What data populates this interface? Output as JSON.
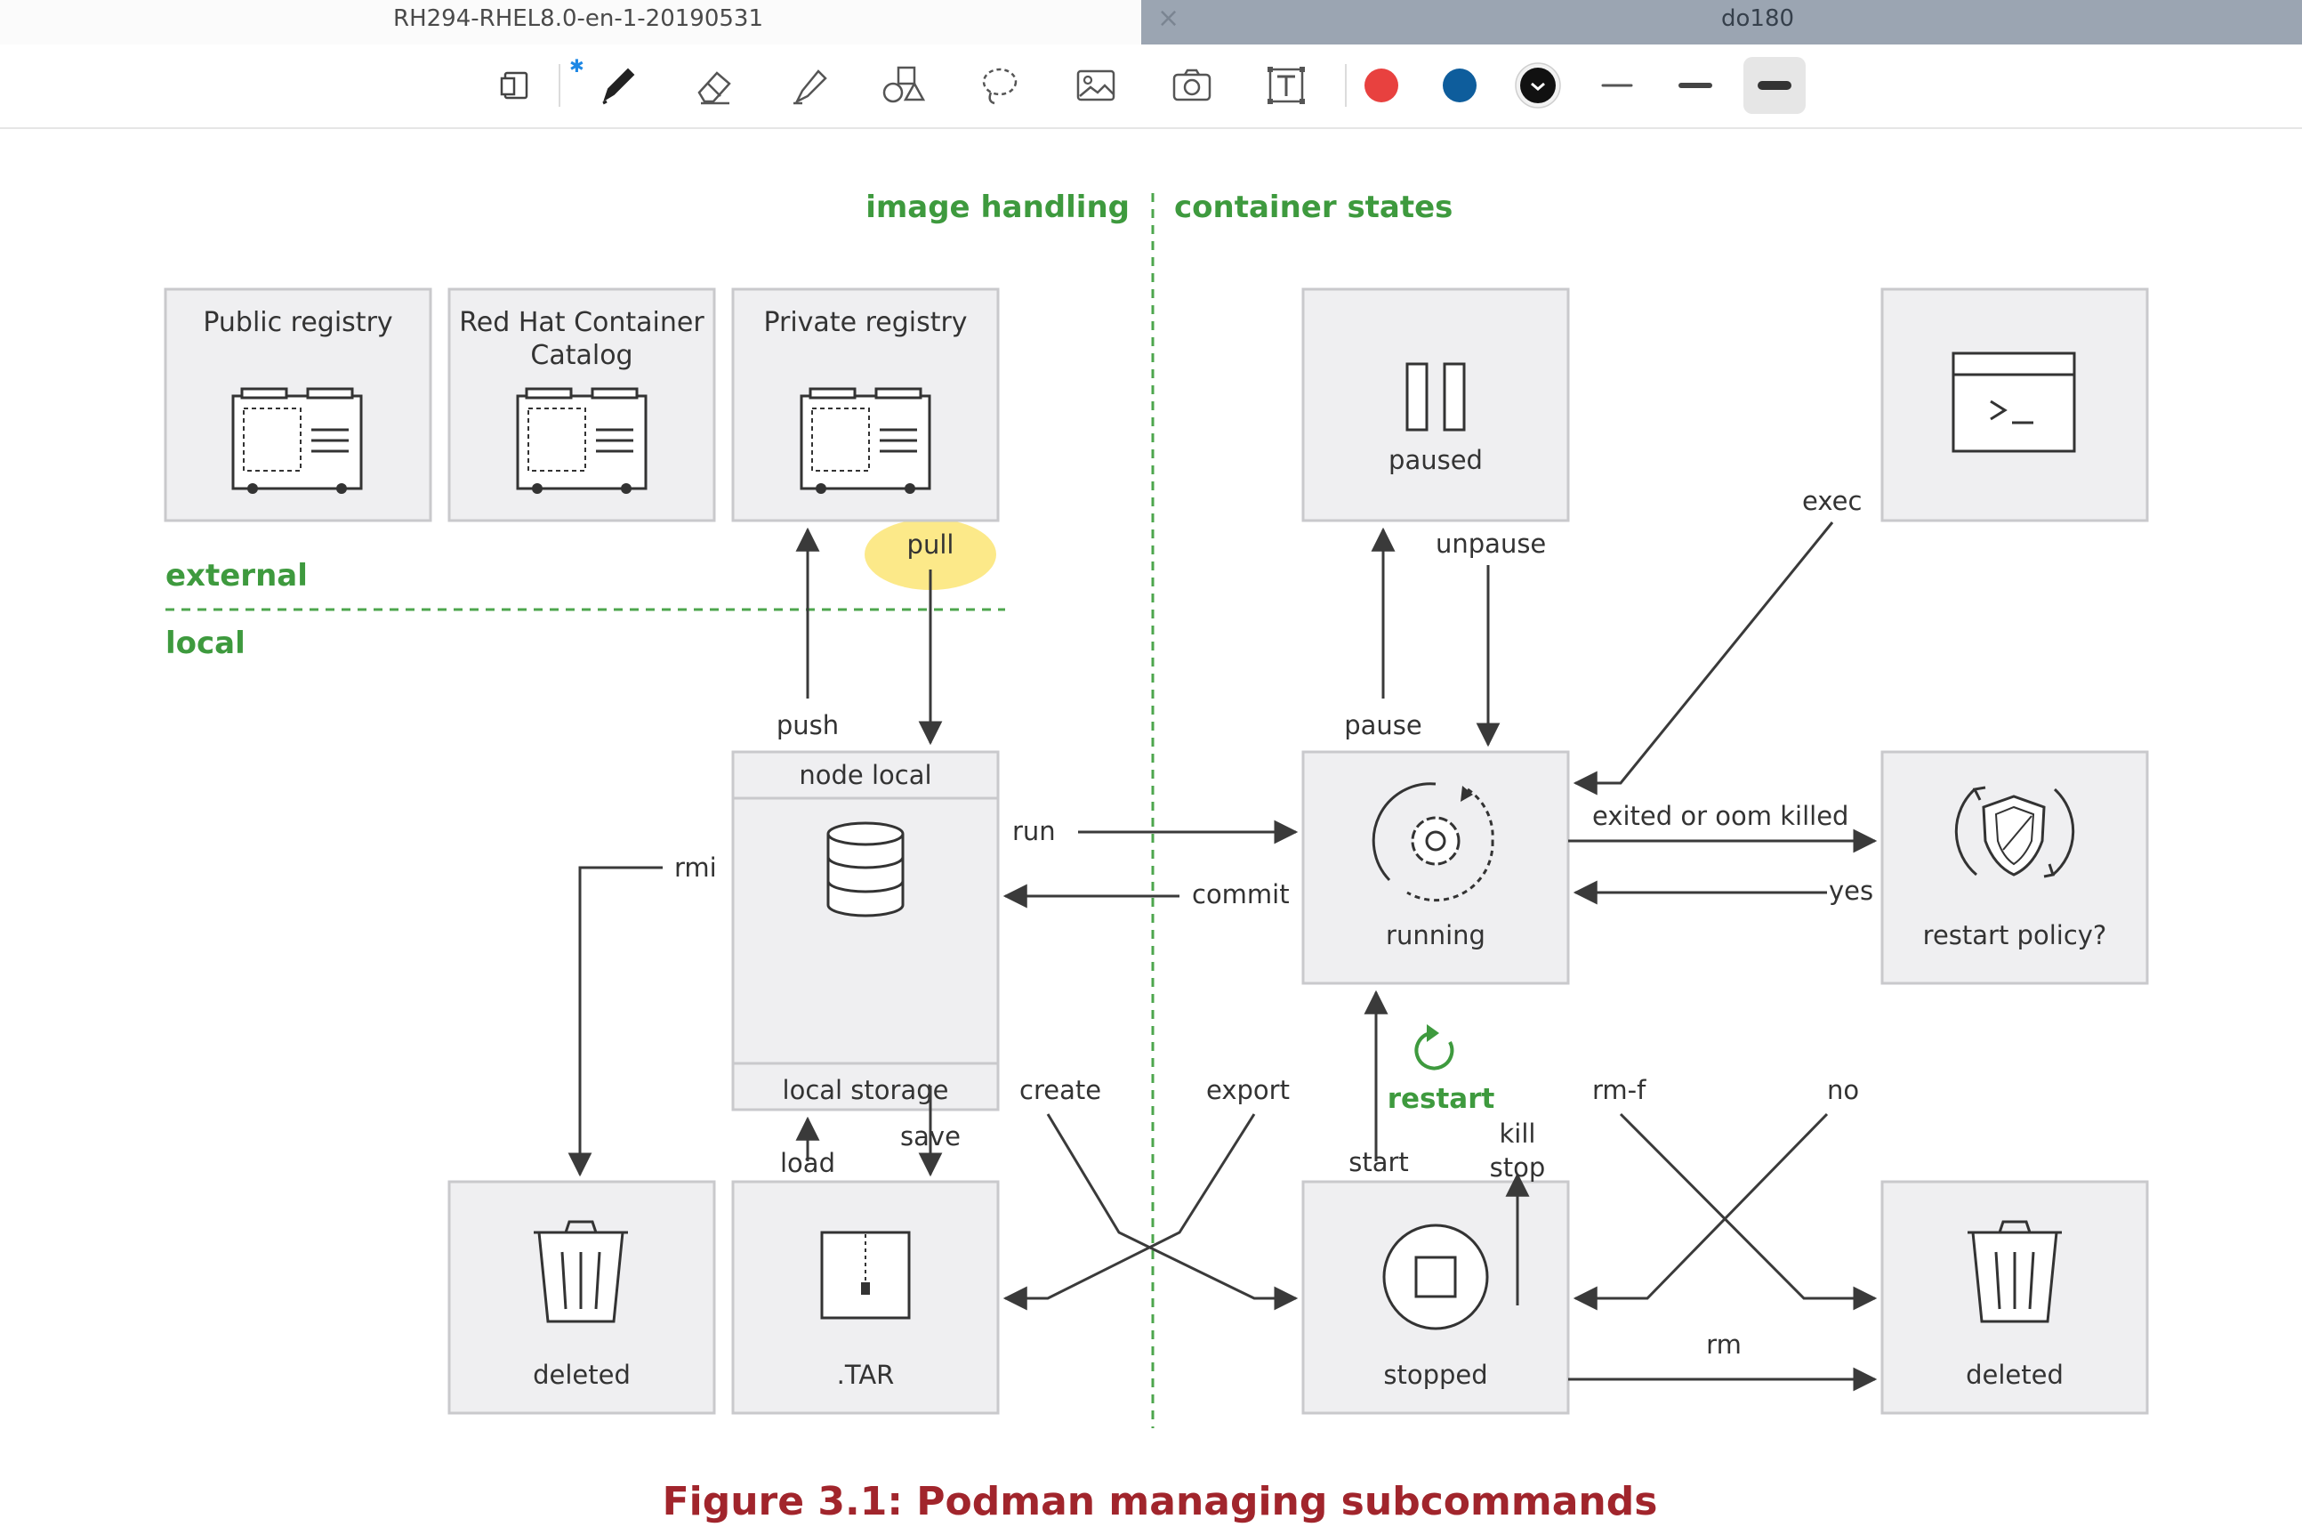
{
  "tabs": [
    {
      "title": "RH294-RHEL8.0-en-1-20190531",
      "active": true
    },
    {
      "title": "do180",
      "active": false,
      "close_glyph": "×"
    }
  ],
  "toolbar": {
    "tools": [
      {
        "name": "document-view-icon"
      },
      {
        "name": "pen-icon"
      },
      {
        "name": "eraser-icon"
      },
      {
        "name": "highlighter-icon"
      },
      {
        "name": "shapes-icon"
      },
      {
        "name": "lasso-icon"
      },
      {
        "name": "image-icon"
      },
      {
        "name": "camera-icon"
      },
      {
        "name": "text-box-icon"
      }
    ],
    "colors": [
      "#e8413f",
      "#0e5d9c",
      "#111111"
    ],
    "selected_color": "#111111",
    "stroke_widths": [
      "thin",
      "medium",
      "thick"
    ],
    "selected_stroke": "thick"
  },
  "diagram": {
    "section_left": "image handling",
    "section_right": "container states",
    "zone_external": "external",
    "zone_local": "local",
    "registries": [
      "Public registry",
      "Red Hat Container",
      "Catalog",
      "Private registry"
    ],
    "node_local": "node local",
    "local_storage": "local storage",
    "paused": "paused",
    "running": "running",
    "restart_policy": "restart policy?",
    "deleted_left": "deleted",
    "tar": ".TAR",
    "stopped": "stopped",
    "deleted_right": "deleted",
    "edges": {
      "pull": "pull",
      "push": "push",
      "rmi": "rmi",
      "run": "run",
      "commit": "commit",
      "create": "create",
      "export": "export",
      "save": "save",
      "load": "load",
      "pause": "pause",
      "unpause": "unpause",
      "exec": "exec",
      "exited": "exited or oom killed",
      "yes": "yes",
      "rm_f": "rm-f",
      "no": "no",
      "kill": "kill",
      "stop": "stop",
      "restart": "restart",
      "start": "start",
      "rm": "rm"
    },
    "caption": "Figure 3.1: Podman managing subcommands",
    "highlight_color": "#fbe574"
  }
}
